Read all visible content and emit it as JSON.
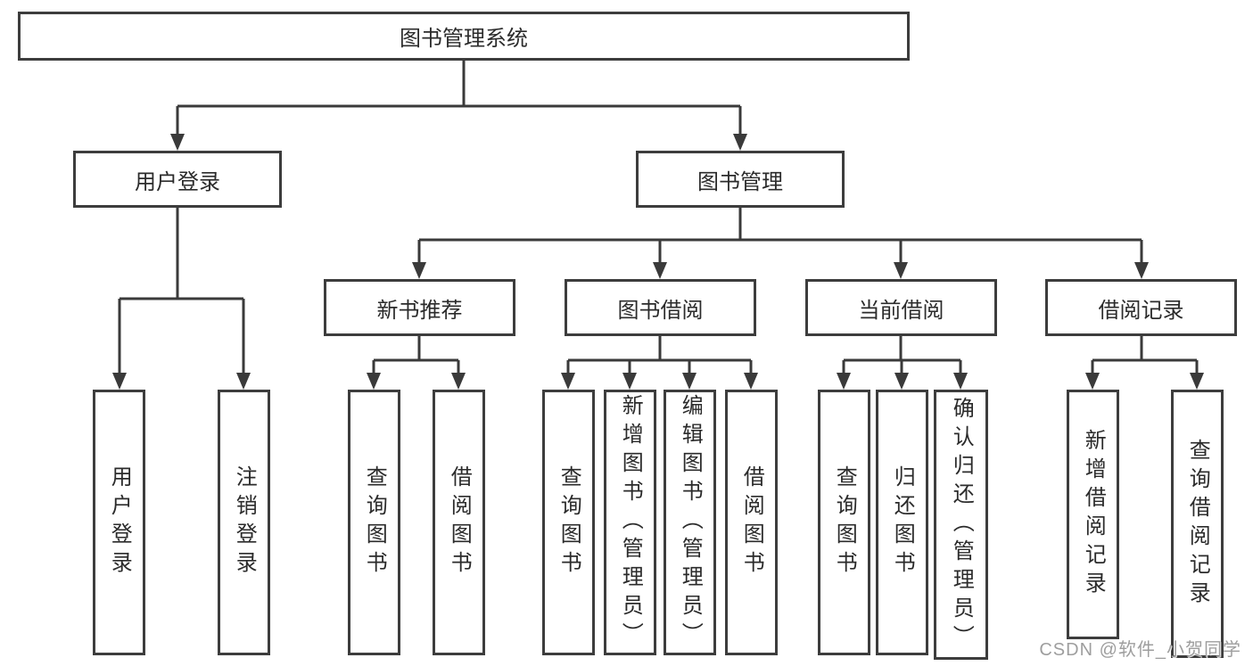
{
  "colors": {
    "line": "#3a3a3a",
    "box_border": "#3d3d3d",
    "box_bg": "#ffffff",
    "text": "#2b2b2b",
    "watermark": "#9e9e9e",
    "background": "#ffffff"
  },
  "watermark": {
    "text": "CSDN @软件_小贺同学"
  },
  "tree": {
    "label": "图书管理系统",
    "children": [
      {
        "label": "用户登录",
        "children": [
          {
            "label": "用户登录"
          },
          {
            "label": "注销登录"
          }
        ]
      },
      {
        "label": "图书管理",
        "children": [
          {
            "label": "新书推荐",
            "children": [
              {
                "label": "查询图书"
              },
              {
                "label": "借阅图书"
              }
            ]
          },
          {
            "label": "图书借阅",
            "children": [
              {
                "label": "查询图书"
              },
              {
                "label": "新增图书（管理员）"
              },
              {
                "label": "编辑图书（管理员）"
              },
              {
                "label": "借阅图书"
              }
            ]
          },
          {
            "label": "当前借阅",
            "children": [
              {
                "label": "查询图书"
              },
              {
                "label": "归还图书"
              },
              {
                "label": "确认归还（管理员）"
              }
            ]
          },
          {
            "label": "借阅记录",
            "children": [
              {
                "label": "新增借阅记录"
              },
              {
                "label": "查询借阅记录"
              }
            ]
          }
        ]
      }
    ]
  }
}
